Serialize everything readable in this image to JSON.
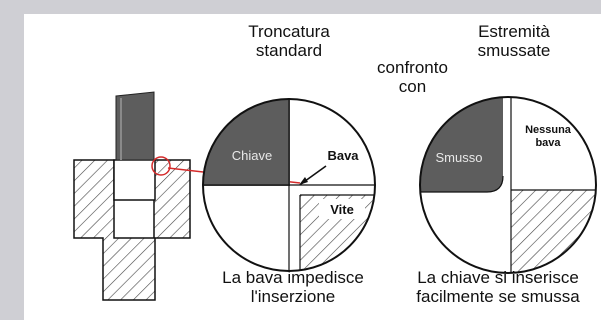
{
  "labels": {
    "standard_title_line1": "Troncatura",
    "standard_title_line2": "standard",
    "compare_line1": "confronto",
    "compare_line2": "con",
    "chamfer_title_line1": "Estremità",
    "chamfer_title_line2": "smussate",
    "standard_caption_line1": "La bava impedisce",
    "standard_caption_line2": "l'inserzione",
    "chamfer_caption_line1": "La chiave si inserisce",
    "chamfer_caption_line2": "facilmente se smussa"
  },
  "circle_standard": {
    "key_label": "Chiave",
    "burr_label": "Bava",
    "screw_label": "Vite"
  },
  "circle_chamfer": {
    "chamfer_label": "Smusso",
    "no_burr_line1": "Nessuna",
    "no_burr_line2": "bava"
  },
  "colors": {
    "dark_gray": "#5d5d5d",
    "leader_red": "#d42a2a",
    "hatch": "#444444",
    "frame": "#cfcfd4"
  }
}
